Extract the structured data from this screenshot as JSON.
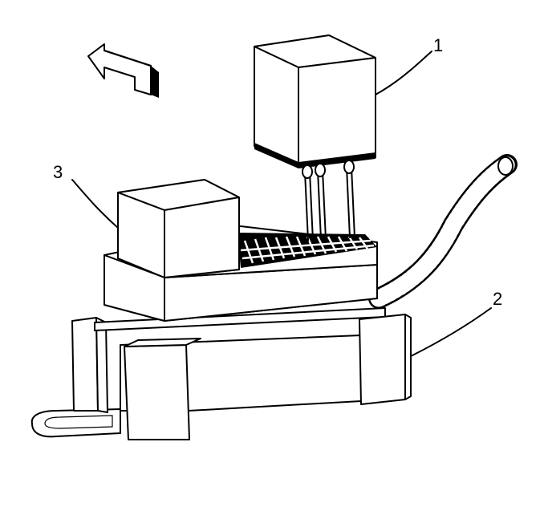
{
  "callouts": {
    "relay_label": "1",
    "harness_label": "2",
    "installed_relay_label": "3"
  },
  "icons": {
    "direction_arrow": "arrow-left-icon"
  }
}
